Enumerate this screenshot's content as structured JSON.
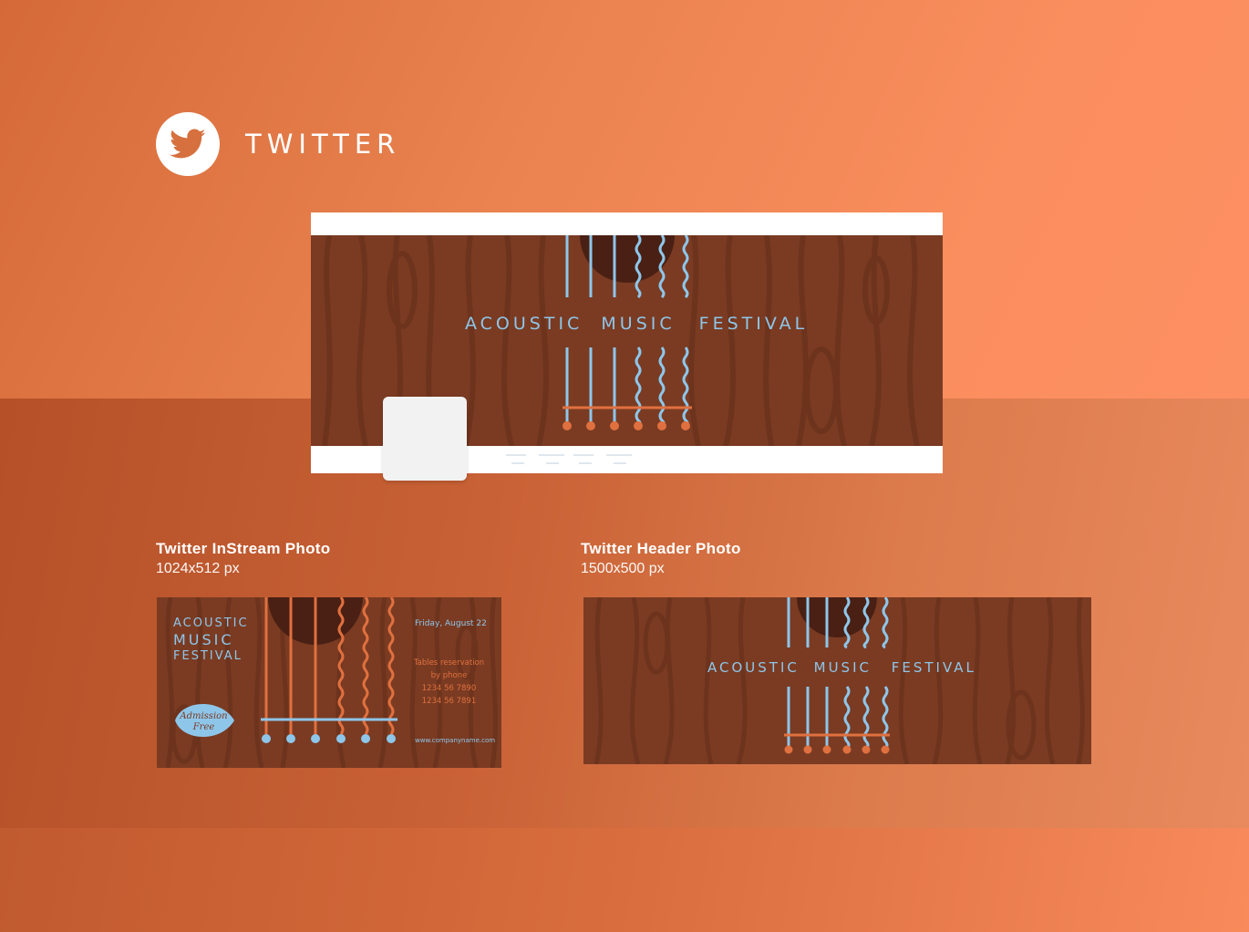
{
  "page": {
    "section_title": "TWITTER",
    "icon": "twitter-bird-icon"
  },
  "preview": {
    "banner": {
      "words": [
        "ACOUSTIC",
        "MUSIC",
        "FESTIVAL"
      ]
    }
  },
  "instream": {
    "caption_title": "Twitter InStream Photo",
    "caption_size": "1024x512 px",
    "title_lines": [
      "ACOUSTIC",
      "MUSIC",
      "FESTIVAL"
    ],
    "badge_lines": [
      "Admission",
      "Free"
    ],
    "date": "Friday, August 22",
    "reservation_lines": [
      "Tables reservation",
      "by phone"
    ],
    "phones": [
      "1234 56 7890",
      "1234 56 7891"
    ],
    "website": "www.companyname.com"
  },
  "header_photo": {
    "caption_title": "Twitter Header Photo",
    "caption_size": "1500x500 px",
    "words": [
      "ACOUSTIC",
      "MUSIC",
      "FESTIVAL"
    ]
  },
  "colors": {
    "background": "#fb8e5e",
    "wood": "#7a3b22",
    "wood_grain": "#6d331d",
    "string_blue": "#8ec6ea",
    "string_orange": "#e0703f",
    "sound_hole": "#4a2014"
  }
}
